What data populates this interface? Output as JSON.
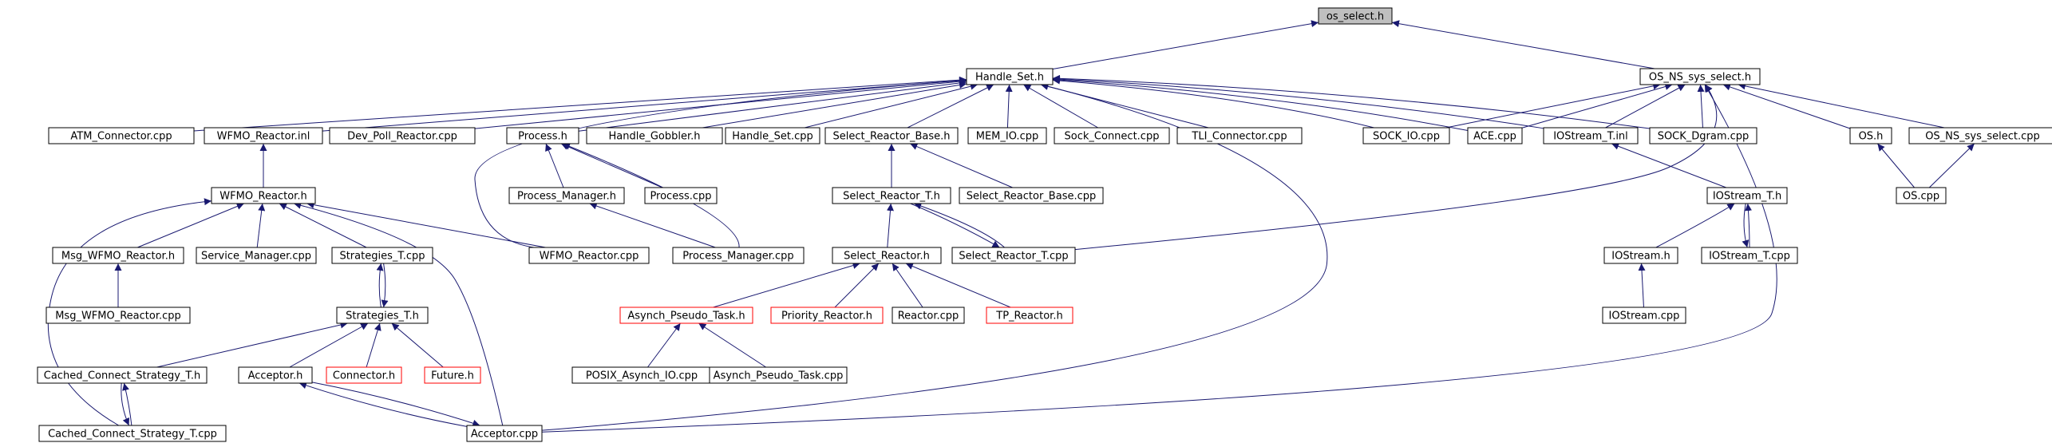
{
  "diagram": {
    "colors": {
      "edge": "#191970",
      "node_border": "#000000",
      "truncated_border": "#ff0000",
      "root_fill": "#bfbfbf"
    },
    "nodes": [
      {
        "id": "os_select_h",
        "label": "os_select.h",
        "style": "root"
      },
      {
        "id": "handle_set_h",
        "label": "Handle_Set.h"
      },
      {
        "id": "os_ns_sys_select_h",
        "label": "OS_NS_sys_select.h"
      },
      {
        "id": "atm_connector_cpp",
        "label": "ATM_Connector.cpp"
      },
      {
        "id": "wfmo_reactor_inl",
        "label": "WFMO_Reactor.inl"
      },
      {
        "id": "dev_poll_reactor_cpp",
        "label": "Dev_Poll_Reactor.cpp"
      },
      {
        "id": "process_h",
        "label": "Process.h"
      },
      {
        "id": "handle_gobbler_h",
        "label": "Handle_Gobbler.h"
      },
      {
        "id": "handle_set_cpp",
        "label": "Handle_Set.cpp"
      },
      {
        "id": "select_reactor_base_h",
        "label": "Select_Reactor_Base.h"
      },
      {
        "id": "mem_io_cpp",
        "label": "MEM_IO.cpp"
      },
      {
        "id": "sock_connect_cpp",
        "label": "Sock_Connect.cpp"
      },
      {
        "id": "tli_connector_cpp",
        "label": "TLI_Connector.cpp"
      },
      {
        "id": "sock_io_cpp",
        "label": "SOCK_IO.cpp"
      },
      {
        "id": "ace_cpp",
        "label": "ACE.cpp"
      },
      {
        "id": "iostream_t_inl",
        "label": "IOStream_T.inl"
      },
      {
        "id": "sock_dgram_cpp",
        "label": "SOCK_Dgram.cpp"
      },
      {
        "id": "os_h",
        "label": "OS.h"
      },
      {
        "id": "os_ns_sys_select_cpp",
        "label": "OS_NS_sys_select.cpp"
      },
      {
        "id": "wfmo_reactor_h",
        "label": "WFMO_Reactor.h"
      },
      {
        "id": "process_manager_h",
        "label": "Process_Manager.h"
      },
      {
        "id": "process_cpp",
        "label": "Process.cpp"
      },
      {
        "id": "select_reactor_t_h",
        "label": "Select_Reactor_T.h"
      },
      {
        "id": "select_reactor_base_cpp",
        "label": "Select_Reactor_Base.cpp"
      },
      {
        "id": "iostream_t_h",
        "label": "IOStream_T.h"
      },
      {
        "id": "os_cpp",
        "label": "OS.cpp"
      },
      {
        "id": "msg_wfmo_reactor_h",
        "label": "Msg_WFMO_Reactor.h"
      },
      {
        "id": "service_manager_cpp",
        "label": "Service_Manager.cpp"
      },
      {
        "id": "strategies_t_cpp",
        "label": "Strategies_T.cpp"
      },
      {
        "id": "wfmo_reactor_cpp",
        "label": "WFMO_Reactor.cpp"
      },
      {
        "id": "process_manager_cpp",
        "label": "Process_Manager.cpp"
      },
      {
        "id": "select_reactor_h",
        "label": "Select_Reactor.h"
      },
      {
        "id": "select_reactor_t_cpp",
        "label": "Select_Reactor_T.cpp"
      },
      {
        "id": "iostream_h",
        "label": "IOStream.h"
      },
      {
        "id": "iostream_t_cpp",
        "label": "IOStream_T.cpp"
      },
      {
        "id": "msg_wfmo_reactor_cpp",
        "label": "Msg_WFMO_Reactor.cpp"
      },
      {
        "id": "strategies_t_h",
        "label": "Strategies_T.h"
      },
      {
        "id": "asynch_pseudo_task_h",
        "label": "Asynch_Pseudo_Task.h",
        "style": "truncated"
      },
      {
        "id": "priority_reactor_h",
        "label": "Priority_Reactor.h",
        "style": "truncated"
      },
      {
        "id": "reactor_cpp",
        "label": "Reactor.cpp"
      },
      {
        "id": "tp_reactor_h",
        "label": "TP_Reactor.h",
        "style": "truncated"
      },
      {
        "id": "iostream_cpp",
        "label": "IOStream.cpp"
      },
      {
        "id": "cached_connect_strategy_t_h",
        "label": "Cached_Connect_Strategy_T.h"
      },
      {
        "id": "acceptor_h",
        "label": "Acceptor.h"
      },
      {
        "id": "connector_h",
        "label": "Connector.h",
        "style": "truncated"
      },
      {
        "id": "future_h",
        "label": "Future.h",
        "style": "truncated"
      },
      {
        "id": "posix_asynch_io_cpp",
        "label": "POSIX_Asynch_IO.cpp"
      },
      {
        "id": "asynch_pseudo_task_cpp",
        "label": "Asynch_Pseudo_Task.cpp"
      },
      {
        "id": "cached_connect_strategy_t_cpp",
        "label": "Cached_Connect_Strategy_T.cpp"
      },
      {
        "id": "acceptor_cpp",
        "label": "Acceptor.cpp"
      }
    ],
    "edges": [
      {
        "from": "handle_set_h",
        "to": "os_select_h"
      },
      {
        "from": "os_ns_sys_select_h",
        "to": "os_select_h"
      },
      {
        "from": "atm_connector_cpp",
        "to": "handle_set_h"
      },
      {
        "from": "wfmo_reactor_inl",
        "to": "handle_set_h"
      },
      {
        "from": "dev_poll_reactor_cpp",
        "to": "handle_set_h"
      },
      {
        "from": "process_h",
        "to": "handle_set_h"
      },
      {
        "from": "handle_gobbler_h",
        "to": "handle_set_h"
      },
      {
        "from": "handle_set_cpp",
        "to": "handle_set_h"
      },
      {
        "from": "select_reactor_base_h",
        "to": "handle_set_h"
      },
      {
        "from": "mem_io_cpp",
        "to": "handle_set_h"
      },
      {
        "from": "sock_connect_cpp",
        "to": "handle_set_h"
      },
      {
        "from": "tli_connector_cpp",
        "to": "handle_set_h"
      },
      {
        "from": "sock_io_cpp",
        "to": "handle_set_h"
      },
      {
        "from": "ace_cpp",
        "to": "handle_set_h"
      },
      {
        "from": "iostream_t_inl",
        "to": "handle_set_h"
      },
      {
        "from": "sock_dgram_cpp",
        "to": "handle_set_h"
      },
      {
        "from": "wfmo_reactor_cpp",
        "to": "handle_set_h"
      },
      {
        "from": "acceptor_cpp",
        "to": "handle_set_h"
      },
      {
        "from": "sock_io_cpp",
        "to": "os_ns_sys_select_h"
      },
      {
        "from": "ace_cpp",
        "to": "os_ns_sys_select_h"
      },
      {
        "from": "iostream_t_inl",
        "to": "os_ns_sys_select_h"
      },
      {
        "from": "sock_dgram_cpp",
        "to": "os_ns_sys_select_h"
      },
      {
        "from": "os_h",
        "to": "os_ns_sys_select_h"
      },
      {
        "from": "os_ns_sys_select_cpp",
        "to": "os_ns_sys_select_h"
      },
      {
        "from": "select_reactor_t_cpp",
        "to": "os_ns_sys_select_h"
      },
      {
        "from": "acceptor_cpp",
        "to": "os_ns_sys_select_h"
      },
      {
        "from": "wfmo_reactor_h",
        "to": "wfmo_reactor_inl"
      },
      {
        "from": "process_manager_h",
        "to": "process_h"
      },
      {
        "from": "process_cpp",
        "to": "process_h"
      },
      {
        "from": "process_manager_cpp",
        "to": "process_h"
      },
      {
        "from": "select_reactor_t_h",
        "to": "select_reactor_base_h"
      },
      {
        "from": "select_reactor_base_cpp",
        "to": "select_reactor_base_h"
      },
      {
        "from": "iostream_t_h",
        "to": "iostream_t_inl"
      },
      {
        "from": "os_cpp",
        "to": "os_h"
      },
      {
        "from": "os_cpp",
        "to": "os_ns_sys_select_cpp"
      },
      {
        "from": "msg_wfmo_reactor_h",
        "to": "wfmo_reactor_h"
      },
      {
        "from": "service_manager_cpp",
        "to": "wfmo_reactor_h"
      },
      {
        "from": "strategies_t_cpp",
        "to": "wfmo_reactor_h"
      },
      {
        "from": "wfmo_reactor_cpp",
        "to": "wfmo_reactor_h"
      },
      {
        "from": "acceptor_cpp",
        "to": "wfmo_reactor_h"
      },
      {
        "from": "cached_connect_strategy_t_cpp",
        "to": "wfmo_reactor_h"
      },
      {
        "from": "process_manager_cpp",
        "to": "process_manager_h"
      },
      {
        "from": "select_reactor_h",
        "to": "select_reactor_t_h"
      },
      {
        "from": "select_reactor_t_cpp",
        "to": "select_reactor_t_h"
      },
      {
        "from": "iostream_h",
        "to": "iostream_t_h"
      },
      {
        "from": "iostream_t_cpp",
        "to": "iostream_t_h"
      },
      {
        "from": "msg_wfmo_reactor_cpp",
        "to": "msg_wfmo_reactor_h"
      },
      {
        "from": "strategies_t_h",
        "to": "strategies_t_cpp"
      },
      {
        "from": "select_reactor_t_h",
        "to": "select_reactor_t_cpp"
      },
      {
        "from": "iostream_t_h",
        "to": "iostream_t_cpp"
      },
      {
        "from": "iostream_cpp",
        "to": "iostream_h"
      },
      {
        "from": "strategies_t_cpp",
        "to": "strategies_t_h"
      },
      {
        "from": "asynch_pseudo_task_h",
        "to": "select_reactor_h"
      },
      {
        "from": "priority_reactor_h",
        "to": "select_reactor_h"
      },
      {
        "from": "reactor_cpp",
        "to": "select_reactor_h"
      },
      {
        "from": "tp_reactor_h",
        "to": "select_reactor_h"
      },
      {
        "from": "cached_connect_strategy_t_h",
        "to": "strategies_t_h"
      },
      {
        "from": "acceptor_h",
        "to": "strategies_t_h"
      },
      {
        "from": "connector_h",
        "to": "strategies_t_h"
      },
      {
        "from": "future_h",
        "to": "strategies_t_h"
      },
      {
        "from": "posix_asynch_io_cpp",
        "to": "asynch_pseudo_task_h"
      },
      {
        "from": "asynch_pseudo_task_cpp",
        "to": "asynch_pseudo_task_h"
      },
      {
        "from": "cached_connect_strategy_t_cpp",
        "to": "cached_connect_strategy_t_h"
      },
      {
        "from": "cached_connect_strategy_t_h",
        "to": "cached_connect_strategy_t_cpp"
      },
      {
        "from": "acceptor_cpp",
        "to": "acceptor_h"
      },
      {
        "from": "acceptor_h",
        "to": "acceptor_cpp"
      }
    ]
  }
}
